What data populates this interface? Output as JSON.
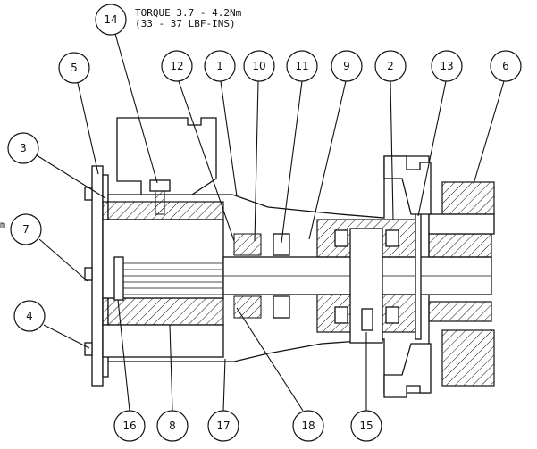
{
  "torque": {
    "line1": "TORQUE 3.7 - 4.2Nm",
    "line2": "(33 - 37 LBF-INS)"
  },
  "edge_fragment": "m",
  "callouts": [
    "14",
    "5",
    "12",
    "1",
    "10",
    "11",
    "9",
    "2",
    "13",
    "6",
    "3",
    "7",
    "4",
    "16",
    "8",
    "17",
    "18",
    "15"
  ]
}
